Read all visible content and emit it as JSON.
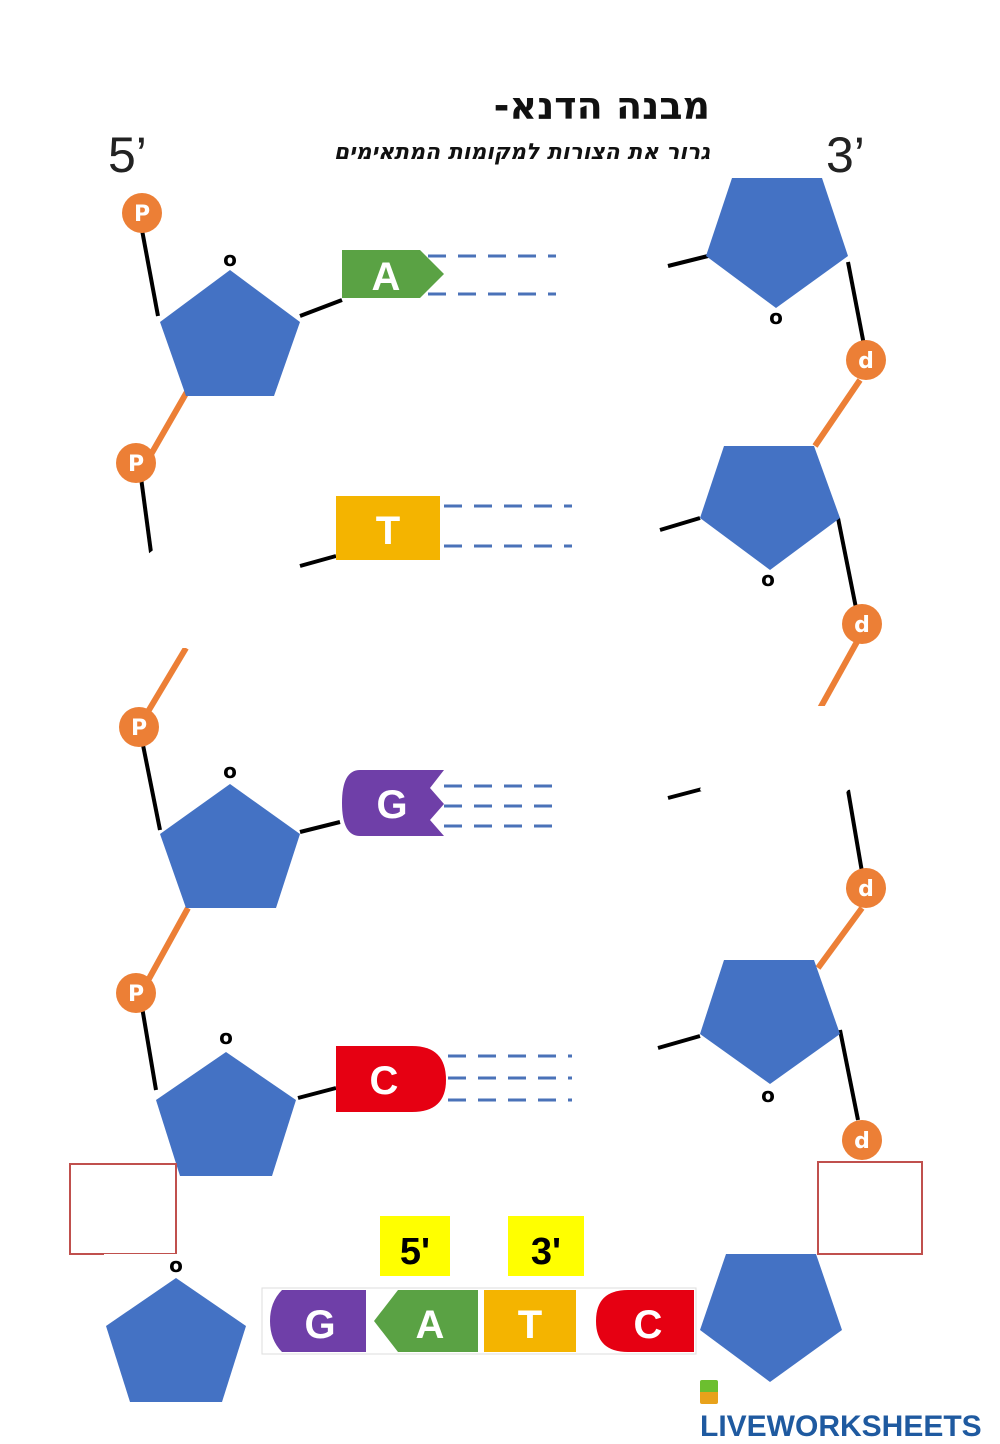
{
  "title": "מבנה הדנא-",
  "subtitle": "גרור את הצורות למקומות המתאימים",
  "end_labels": {
    "left": "5’",
    "right": "3’"
  },
  "symbols": {
    "phosphate_left": "P",
    "phosphate_right": "d",
    "sugar_oxygen": "o"
  },
  "bases": [
    {
      "letter": "A",
      "color": "#5aa244",
      "shape": "arrow"
    },
    {
      "letter": "T",
      "color": "#f4b400",
      "shape": "rect"
    },
    {
      "letter": "G",
      "color": "#6f3fa8",
      "shape": "notch"
    },
    {
      "letter": "C",
      "color": "#e60012",
      "shape": "round"
    }
  ],
  "palette": {
    "tags": [
      "5'",
      "3'"
    ],
    "pieces": [
      "G",
      "A",
      "T",
      "C"
    ]
  },
  "colors": {
    "sugar": "#4472c4",
    "phosphate": "#ec7f36",
    "hbond": "#4a72b8",
    "tag": "#ffff00",
    "dropzone": "#c0504d"
  },
  "watermark": "LIVEWORKSHEETS"
}
